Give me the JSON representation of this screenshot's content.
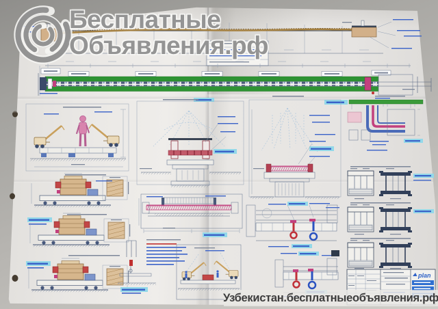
{
  "watermark": {
    "line1": "Бесплатные",
    "line2": "Объявления.рф",
    "bottom_bar": "Узбекистан.бесплатныеобъявления.рф"
  },
  "title_block": {
    "logo": "plan"
  },
  "colors": {
    "paper": "#e7e5e2",
    "background": "#a6a5a1",
    "watermark_gray": "#8e8e8e",
    "guardrail_green": "#2e9333",
    "terrain_tan": "#a5803f",
    "equipment_tan": "#d6b68c",
    "clamp_red": "#c24646",
    "hook_red": "#c03038",
    "hook_blue": "#2a52c0",
    "band_magenta": "#c2407e",
    "worker_pink": "#d884ae",
    "annotation_blue": "#3a62c8",
    "highlight_cyan": "#93d8e9",
    "line_slate": "#53637f"
  }
}
